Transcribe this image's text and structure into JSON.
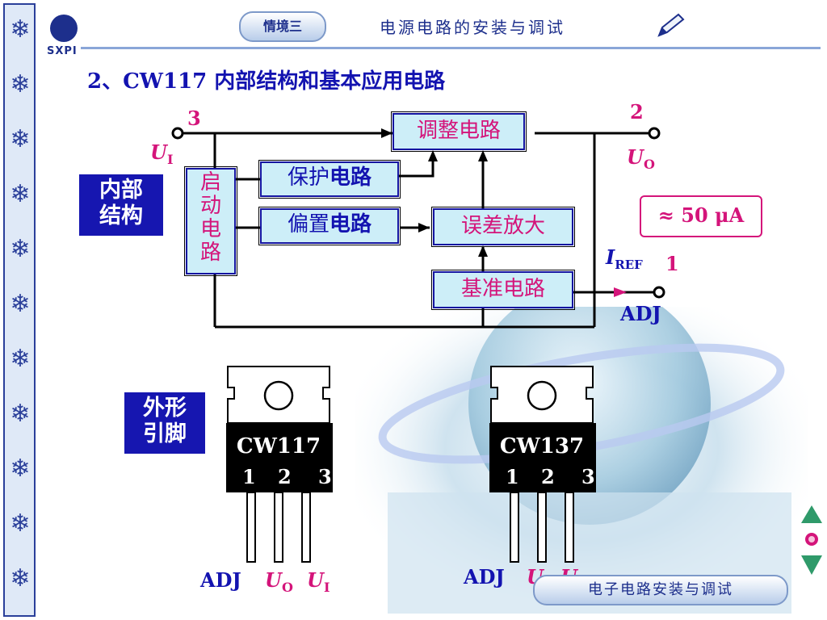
{
  "header": {
    "logo_text": "SXPI",
    "scene_badge": "情境三",
    "title": "电源电路的安装与调试"
  },
  "section_title": "2、CW117 内部结构和基本应用电路",
  "internal": {
    "tag": [
      "内部",
      "结构"
    ],
    "blocks": {
      "adjust": "调整电路",
      "protect_a": "保护",
      "protect_b": "电路",
      "bias_a": "偏置",
      "bias_b": "电路",
      "error_amp": "误差放大",
      "reference": "基准电路",
      "startup": [
        "启",
        "动",
        "电",
        "路"
      ]
    },
    "pins": {
      "in_no": "3",
      "out_no": "2",
      "adj_no": "1"
    },
    "labels": {
      "ui_main": "U",
      "ui_sub": "I",
      "uo_main": "U",
      "uo_sub": "O",
      "iref_main": "I",
      "iref_sub": "REF",
      "adj": "ADJ",
      "current": "≈ 50 μA"
    }
  },
  "external": {
    "tag": [
      "外形",
      "引脚"
    ],
    "chips": [
      {
        "name": "CW117",
        "pins": [
          "1",
          "2",
          "3"
        ],
        "labels": [
          {
            "main": "ADJ",
            "sub": ""
          },
          {
            "main": "U",
            "sub": "O"
          },
          {
            "main": "U",
            "sub": "I"
          }
        ]
      },
      {
        "name": "CW137",
        "pins": [
          "1",
          "2",
          "3"
        ],
        "labels": [
          {
            "main": "ADJ",
            "sub": ""
          },
          {
            "main": "U",
            "sub": "I"
          },
          {
            "main": "U",
            "sub": "O"
          }
        ]
      }
    ]
  },
  "footer": {
    "badge": "电子电路安装与调试"
  },
  "colors": {
    "wire": "#000000",
    "block_fill": "#cdeef8",
    "accent": "#d4147a",
    "blue": "#1313b0"
  },
  "icons": {
    "strip": "snowflake-icon",
    "pencil": "pencil-icon",
    "nav": [
      "arrow-up-icon",
      "dot-icon",
      "arrow-down-icon"
    ]
  }
}
